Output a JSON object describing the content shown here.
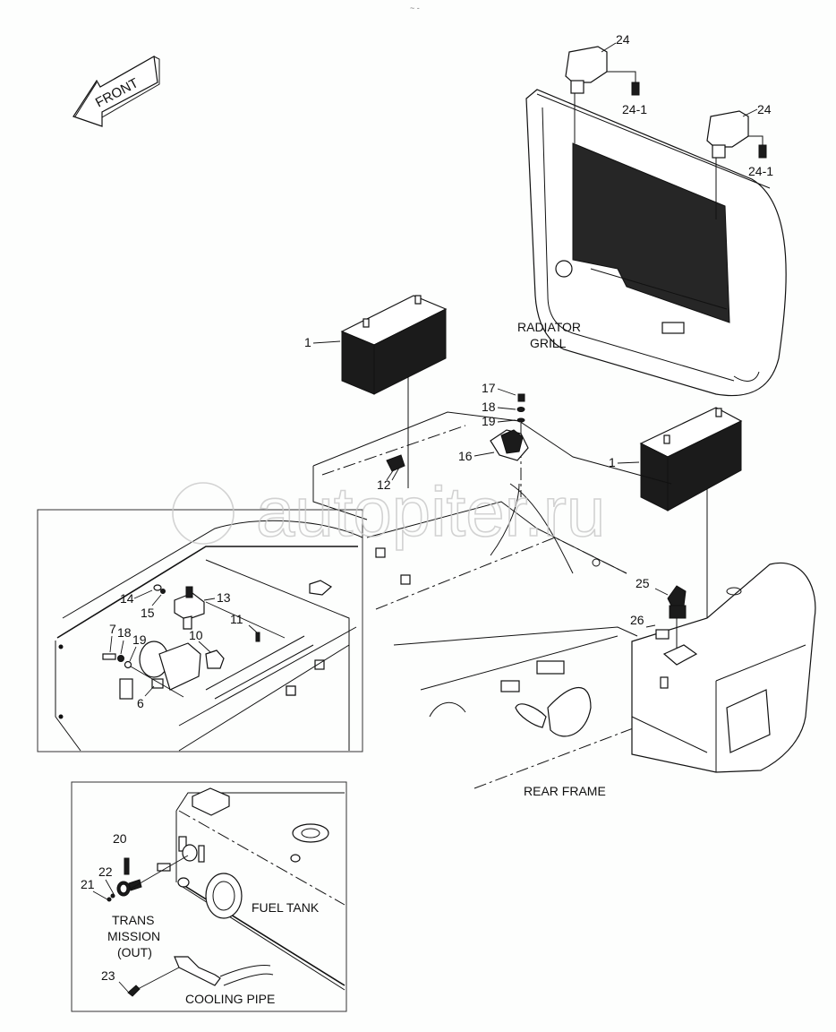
{
  "diagram": {
    "type": "exploded parts diagram",
    "orientation_arrow": "FRONT",
    "watermark": "autopiter.ru",
    "top_mark": "~ -",
    "assembly_labels": {
      "radiator_grill": [
        "RADIATOR",
        "GRILL"
      ],
      "rear_frame": "REAR FRAME",
      "fuel_tank": "FUEL TANK",
      "transmission_out": [
        "TRANS",
        "MISSION",
        "(OUT)"
      ],
      "cooling_pipe": "COOLING PIPE"
    },
    "callouts": {
      "lamp_upper": "24",
      "bulb_upper": "24-1",
      "lamp_lower": "24",
      "bulb_lower": "24-1",
      "battery_left": "1",
      "battery_right": "1",
      "bolt_17": "17",
      "washer_18_top": "18",
      "washer_19_top": "19",
      "relay_16": "16",
      "clip_12": "12",
      "screw_14": "14",
      "washer_15": "15",
      "relay_13": "13",
      "bolt_11": "11",
      "bolt_7": "7",
      "washer_18_inset": "18",
      "washer_19_inset": "19",
      "part_10": "10",
      "horn_6": "6",
      "switch_25": "25",
      "plate_26": "26",
      "sender_20": "20",
      "washer_22": "22",
      "screw_21": "21",
      "sensor_23": "23"
    }
  }
}
